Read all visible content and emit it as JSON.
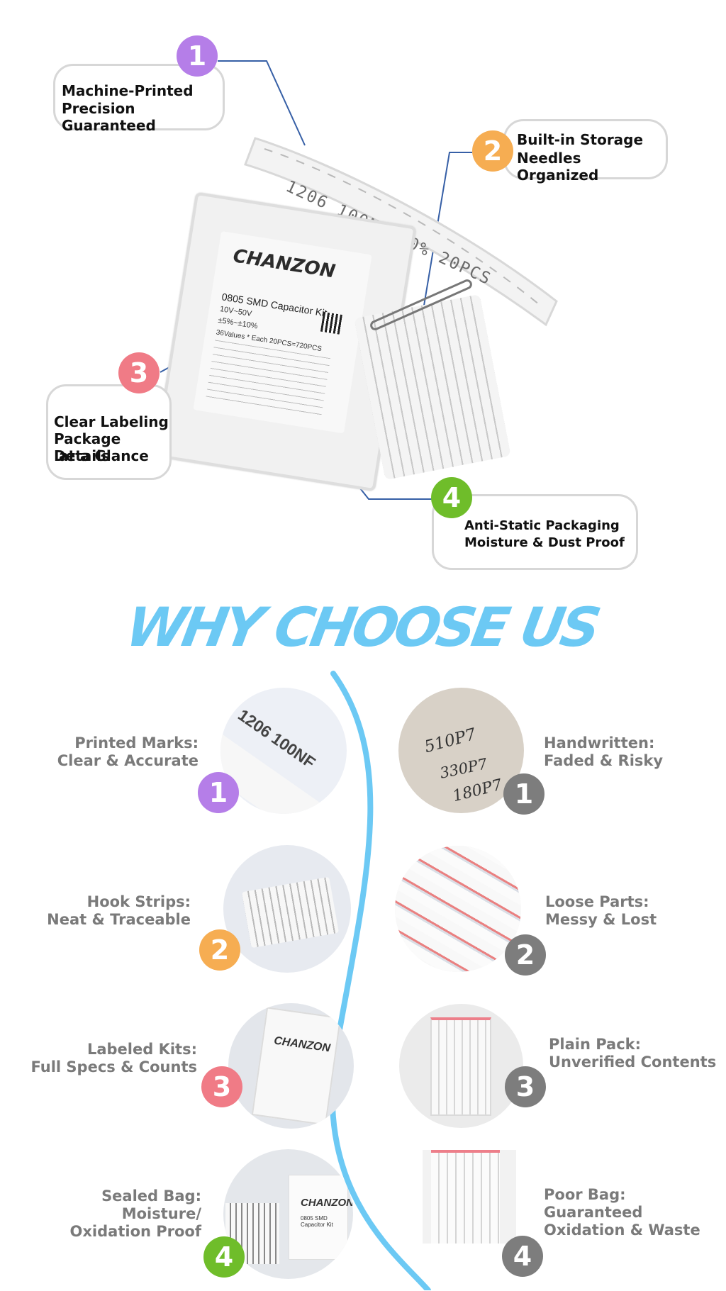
{
  "top": {
    "callouts": [
      {
        "number": "1",
        "lines": [
          "Machine-Printed",
          "Precision Guaranteed"
        ]
      },
      {
        "number": "2",
        "lines": [
          "Built-in Storage",
          "Needles Organized"
        ]
      },
      {
        "number": "3",
        "lines": [
          "Clear Labeling",
          "Package Details",
          " at a Glance"
        ]
      },
      {
        "number": "4",
        "lines": [
          "Anti-Static Packaging",
          "Moisture & Dust Proof"
        ]
      }
    ],
    "strip_text": "1206  100NF  10%  20PCS",
    "bag": {
      "brand": "CHANZON",
      "kit_title": "0805 SMD Capacitor Kit",
      "voltage": "10V~50V",
      "tolerance": "±5%~±10%",
      "values": "36Values * Each 20PCS=720PCS"
    }
  },
  "headline": "WHY CHOOSE US",
  "compare": {
    "good": [
      {
        "number": "1",
        "lines": [
          "Printed Marks:",
          "Clear & Accurate"
        ]
      },
      {
        "number": "2",
        "lines": [
          "Hook Strips:",
          "Neat & Traceable"
        ]
      },
      {
        "number": "3",
        "lines": [
          "Labeled Kits:",
          "Full Specs & Counts"
        ]
      },
      {
        "number": "4",
        "lines": [
          "Sealed Bag:",
          "Moisture/",
          "Oxidation Proof"
        ]
      }
    ],
    "bad": [
      {
        "number": "1",
        "lines": [
          "Handwritten:",
          "Faded & Risky"
        ]
      },
      {
        "number": "2",
        "lines": [
          "Loose Parts:",
          "Messy & Lost"
        ]
      },
      {
        "number": "3",
        "lines": [
          "Plain Pack:",
          "Unverified Contents"
        ]
      },
      {
        "number": "4",
        "lines": [
          "Poor Bag:",
          "Guaranteed",
          "Oxidation & Waste"
        ]
      }
    ],
    "photo_text": {
      "good1": "1206 100NF",
      "bad1": [
        "510P7",
        "330P7",
        "180P7"
      ],
      "brand": "CHANZON",
      "bag_title": "0805 SMD Capacitor Kit"
    }
  }
}
